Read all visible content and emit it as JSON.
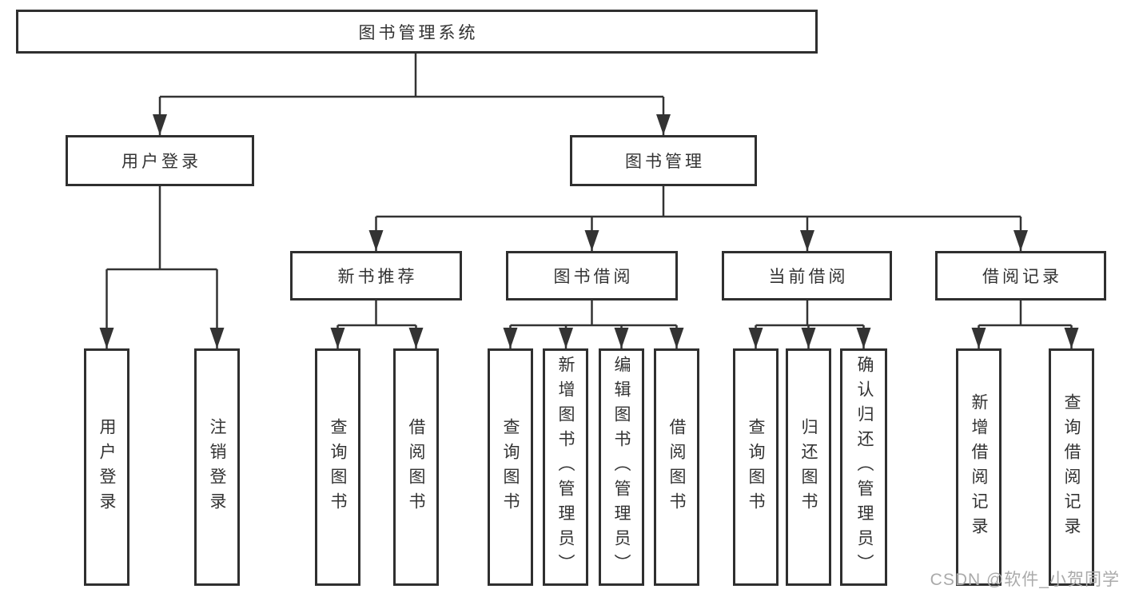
{
  "diagram": {
    "root": {
      "label": "图书管理系统"
    },
    "level2": [
      {
        "label": "用户登录"
      },
      {
        "label": "图书管理"
      }
    ],
    "level3": [
      {
        "label": "新书推荐",
        "parent": "图书管理"
      },
      {
        "label": "图书借阅",
        "parent": "图书管理"
      },
      {
        "label": "当前借阅",
        "parent": "图书管理"
      },
      {
        "label": "借阅记录",
        "parent": "图书管理"
      }
    ],
    "leaves": [
      {
        "label": "用户登录",
        "parent": "用户登录"
      },
      {
        "label": "注销登录",
        "parent": "用户登录"
      },
      {
        "label": "查询图书",
        "parent": "新书推荐"
      },
      {
        "label": "借阅图书",
        "parent": "新书推荐"
      },
      {
        "label": "查询图书",
        "parent": "图书借阅"
      },
      {
        "label": "新增图书（管理员）",
        "parent": "图书借阅"
      },
      {
        "label": "编辑图书（管理员）",
        "parent": "图书借阅"
      },
      {
        "label": "借阅图书",
        "parent": "图书借阅"
      },
      {
        "label": "查询图书",
        "parent": "当前借阅"
      },
      {
        "label": "归还图书",
        "parent": "当前借阅"
      },
      {
        "label": "确认归还（管理员）",
        "parent": "当前借阅"
      },
      {
        "label": "新增借阅记录",
        "parent": "借阅记录"
      },
      {
        "label": "查询借阅记录",
        "parent": "借阅记录"
      }
    ]
  },
  "watermark": {
    "text": "CSDN @软件_小贺同学"
  },
  "colors": {
    "line": "#333333",
    "box_border": "#2f2f2f",
    "text": "#333333",
    "watermark": "#aaaaaa",
    "background": "#ffffff"
  }
}
